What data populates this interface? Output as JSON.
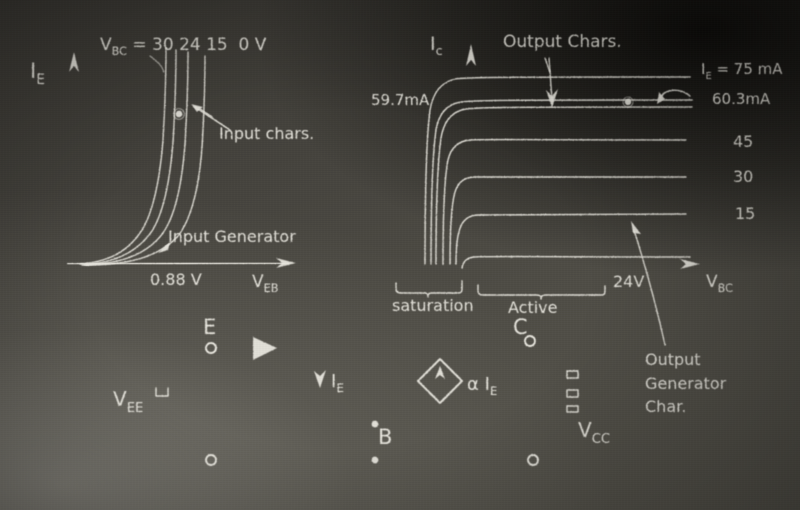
{
  "scene": {
    "medium": "chalkboard",
    "chalk_color": "#eceae2",
    "board_color": "#46443e"
  },
  "input_chart": {
    "y_axis_label": "I",
    "y_axis_sub": "E",
    "x_axis_label": "V",
    "x_axis_sub": "EB",
    "curve_family_label": "V",
    "curve_family_sub": "BC",
    "curve_family_eq": "=",
    "curve_family_values": "30 24 15  0",
    "curve_family_unit": "V",
    "annotation_chars": "Input chars.",
    "annotation_generator": "Input Generator",
    "x_tick_label": "0.88 V"
  },
  "output_chart": {
    "y_axis_label": "I",
    "y_axis_sub": "c",
    "x_axis_label": "V",
    "x_axis_sub": "BC",
    "title": "Output Chars.",
    "y_tick_label": "59.7mA",
    "x_tick_label": "24V",
    "region_saturation": "saturation",
    "region_active": "Active",
    "curve_labels": [
      {
        "text": "I",
        "sub": "E",
        "eq": "= 75 mA"
      },
      {
        "text": "60.3mA"
      },
      {
        "text": "45"
      },
      {
        "text": "30"
      },
      {
        "text": "15"
      }
    ],
    "annotation_generator": [
      "Output",
      "Generator",
      "Char."
    ]
  },
  "circuit": {
    "terminal_emitter": "E",
    "terminal_base": "B",
    "terminal_collector": "C",
    "source_left": "V",
    "source_left_sub": "EE",
    "source_right": "V",
    "source_right_sub": "CC",
    "current_emitter": "I",
    "current_emitter_sub": "E",
    "dependent_source": "α I",
    "dependent_source_sub": "E"
  },
  "chart_data": {
    "type": "line",
    "charts": [
      {
        "name": "input-characteristics",
        "title": "Input chars.",
        "xlabel": "V_EB",
        "ylabel": "I_E",
        "xlim": [
          0,
          1.25
        ],
        "ylim": [
          0,
          1.0
        ],
        "series": [
          {
            "name": "V_BC = 30 V",
            "knee_x": 0.62
          },
          {
            "name": "V_BC = 24 V",
            "knee_x": 0.7
          },
          {
            "name": "V_BC = 15 V",
            "knee_x": 0.78
          },
          {
            "name": "V_BC = 0 V",
            "knee_x": 0.9
          }
        ],
        "operating_point": {
          "x": 0.88,
          "label": "0.88 V"
        },
        "load_line": "Input Generator (vertical at 0.88 V)"
      },
      {
        "name": "output-characteristics",
        "title": "Output Chars.",
        "xlabel": "V_BC",
        "ylabel": "I_c",
        "series": [
          {
            "name": "I_E = 75 mA",
            "level": 75
          },
          {
            "name": "60.3 mA",
            "level": 60.3
          },
          {
            "name": "59.7 mA",
            "level": 59.7
          },
          {
            "name": "45",
            "level": 45
          },
          {
            "name": "30",
            "level": 30
          },
          {
            "name": "15",
            "level": 15
          },
          {
            "name": "0",
            "level": 0
          }
        ],
        "operating_point": {
          "x": 24,
          "y": 60.3,
          "x_label": "24V",
          "y_label": "59.7mA"
        },
        "regions": [
          "saturation",
          "Active"
        ],
        "load_line": "Output Generator Char. (vertical at 24 V)"
      }
    ]
  }
}
